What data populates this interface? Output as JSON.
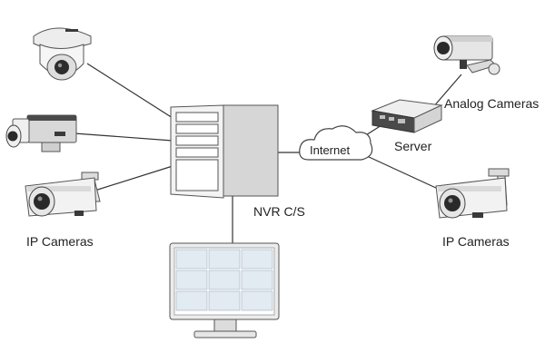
{
  "labels": {
    "ip_cameras_left": "IP Cameras",
    "ip_cameras_right": "IP Cameras",
    "analog_cameras": "Analog Cameras",
    "server": "Server",
    "nvr": "NVR C/S",
    "internet": "Internet"
  },
  "nodes": [
    {
      "id": "dome-camera",
      "icon": "dome-camera-icon"
    },
    {
      "id": "box-camera",
      "icon": "box-camera-icon"
    },
    {
      "id": "bullet-camera-left",
      "icon": "bullet-camera-icon"
    },
    {
      "id": "nvr-tower",
      "icon": "server-tower-icon"
    },
    {
      "id": "monitor",
      "icon": "monitor-icon"
    },
    {
      "id": "internet-cloud",
      "icon": "cloud-icon"
    },
    {
      "id": "video-server",
      "icon": "video-server-icon"
    },
    {
      "id": "analog-camera",
      "icon": "analog-camera-icon"
    },
    {
      "id": "bullet-camera-right",
      "icon": "bullet-camera-icon"
    }
  ],
  "connections": [
    {
      "from": "dome-camera",
      "to": "nvr-tower"
    },
    {
      "from": "box-camera",
      "to": "nvr-tower"
    },
    {
      "from": "bullet-camera-left",
      "to": "nvr-tower"
    },
    {
      "from": "nvr-tower",
      "to": "monitor"
    },
    {
      "from": "nvr-tower",
      "to": "internet-cloud"
    },
    {
      "from": "internet-cloud",
      "to": "video-server"
    },
    {
      "from": "internet-cloud",
      "to": "bullet-camera-right"
    },
    {
      "from": "video-server",
      "to": "analog-camera"
    }
  ],
  "colors": {
    "line": "#333333",
    "device_light": "#f4f4f4",
    "device_mid": "#d9d9d9",
    "device_dark": "#3a3a3a",
    "screen_tile": "#e2eaf2",
    "text": "#222222"
  }
}
